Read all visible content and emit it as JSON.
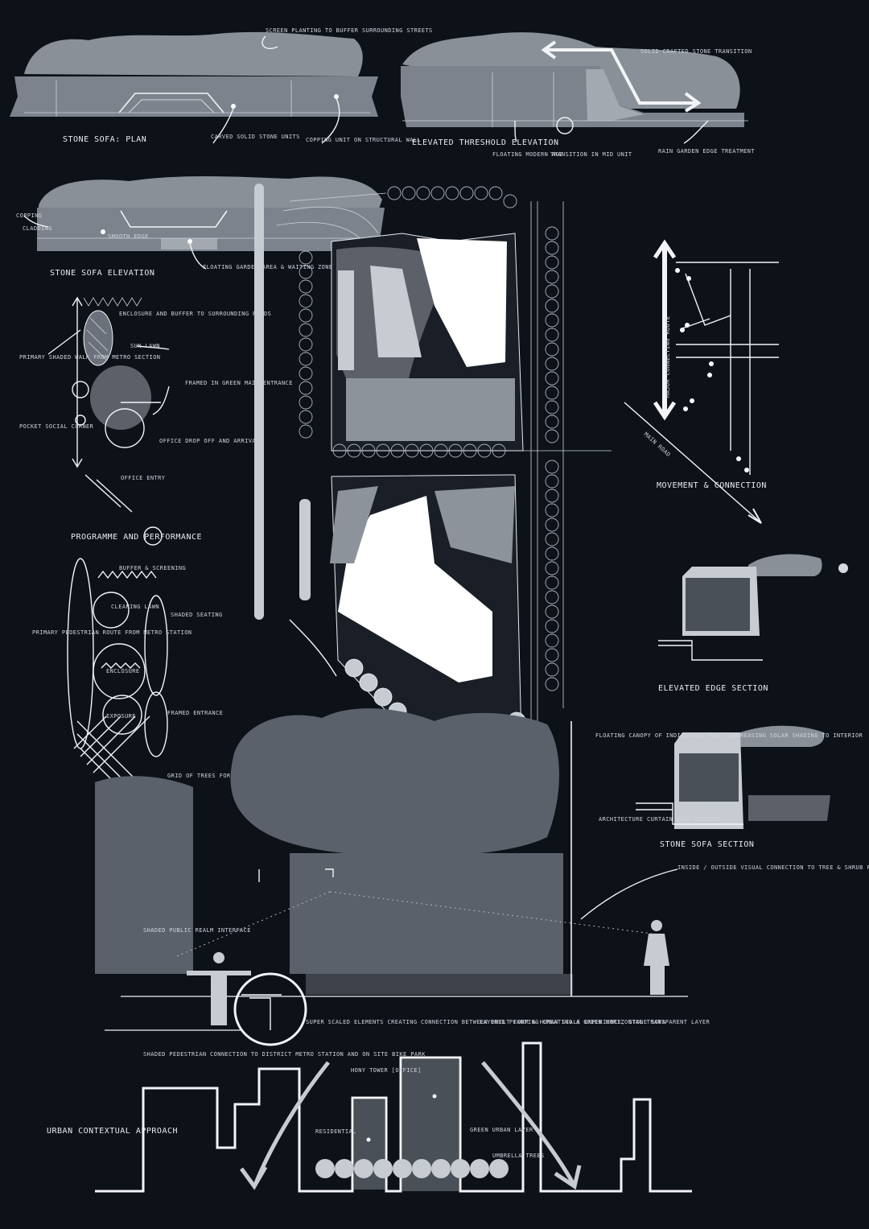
{
  "colors": {
    "background": "#0d1118",
    "ink": "#f2f4f7",
    "mid_grey": "#7d838c",
    "dark_grey": "#4a5058",
    "foliage": "#5b616a"
  },
  "top_strip": {
    "plan_label": "STONE SOFA: PLAN",
    "plan_note_top": "SCREEN PLANTING TO BUFFER SURROUNDING STREETS",
    "plan_note_units": "CARVED SOLID STONE UNITS",
    "plan_note_coping": "COPPING UNIT ON STRUCTURAL WALL",
    "threshold_label": "ELEVATED THRESHOLD ELEVATION",
    "threshold_note_top": "SOLID CRAFTED STONE TRANSITION",
    "threshold_note_floating": "FLOATING MODERN AGE",
    "threshold_note_transition": "TRANSITION IN MID UNIT",
    "threshold_note_rain": "RAIN GARDEN EDGE TREATMENT"
  },
  "elevation": {
    "label": "STONE SOFA ELEVATION",
    "note_coping": "COPPING",
    "note_cladding": "CLADDING",
    "note_smooth": "SMOOTH EDGE",
    "note_floating": "FLOATING GARDEN AREA & WAITING ZONE"
  },
  "program": {
    "label": "PROGRAMME AND PERFORMANCE",
    "enclosure": "ENCLOSURE AND BUFFER TO SURROUNDING ROADS",
    "sun_lawn": "SUN LAWN",
    "primary_walk": "PRIMARY SHADED WALK FROM METRO SECTION",
    "framed": "FRAMED IN GREEN MAIN ENTRANCE",
    "pocket": "POCKET SOCIAL CORNER",
    "drop_off": "OFFICE DROP OFF AND ARRIVAL",
    "office_entry": "OFFICE ENTRY"
  },
  "enclosure_diagram": {
    "top_note": "BUFFER & SCREENING",
    "left_note": "PRIMARY PEDESTRIAN ROUTE FROM METRO STATION",
    "note_1": "CLEANING LAWN",
    "note_2": "SHADED SEATING",
    "note_3": "ENCLOSURE",
    "note_4": "EXPOSURE",
    "note_5": "FRAMED ENTRANCE",
    "note_6": "GRID OF TREES FOR SHADE"
  },
  "movement": {
    "label": "MOVEMENT & CONNECTION",
    "vertical": "MAJOR CONNECTING ROUTE",
    "diagonal": "MAIN ROAD"
  },
  "edge_section": {
    "label": "ELEVATED EDGE SECTION"
  },
  "sofa_section": {
    "label": "STONE SOFA SECTION"
  },
  "canopy_note": "FLOATING CANOPY OF INDIGENOUS TREES INCREASING SOLAR SHADING TO INTERIOR",
  "curtain_note": "ARCHITECTURE CURTAIN WALL GLAZING",
  "inside_outside_note": "INSIDE / OUTSIDE VISUAL CONNECTION TO TREE & SHRUB PLANTING",
  "public_realm_note": "SHADED PUBLIC REALM INTERFACE",
  "super_scaled_note": "SUPER SCALED ELEMENTS CREATING CONNECTION BETWEEN BUILT FORM & HUMAN SCALE EXPERIENCE, STONE SOFA",
  "layered_note": "LAYERED PLANTING CREATING A GREEN HORIZONTAL TRANSPARENT LAYER",
  "pedestrian_note": "SHADED PEDESTRIAN CONNECTION TO DISTRICT METRO STATION AND ON SITE BIKE PARK",
  "urban": {
    "label": "URBAN CONTEXTUAL APPROACH",
    "tower": "HONY TOWER [OFFICE]",
    "residential": "RESIDENTIAL",
    "green_layer": "GREEN URBAN LAYER",
    "umbrella": "UMBRELLA TREES"
  }
}
